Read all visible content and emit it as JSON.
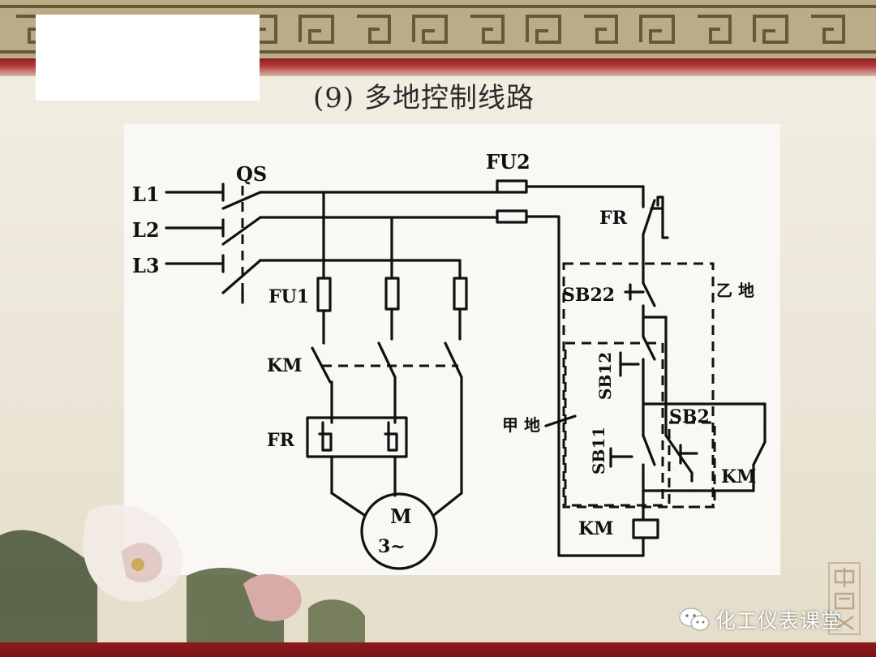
{
  "slide": {
    "title": "(9) 多地控制线路"
  },
  "diagram": {
    "labels": {
      "L1": "L1",
      "L2": "L2",
      "L3": "L3",
      "QS": "QS",
      "FU1": "FU1",
      "FU2": "FU2",
      "KM_main": "KM",
      "FR_heater": "FR",
      "FR_contact": "FR",
      "motor_m": "M",
      "motor_phase": "3~",
      "SB22": "SB22",
      "SB12": "SB12",
      "SB11": "SB11",
      "SB2": "SB2",
      "KM_aux": "KM",
      "KM_coil": "KM",
      "yi_di": "乙 地",
      "jia_di": "甲 地"
    }
  },
  "watermark": {
    "text": "化工仪表课堂",
    "icon": "wechat-icon"
  },
  "decor": {
    "seal_icon": "china-seal-icon",
    "flowers_icon": "flowers-icon",
    "accent_red": "#8d1b1e"
  }
}
